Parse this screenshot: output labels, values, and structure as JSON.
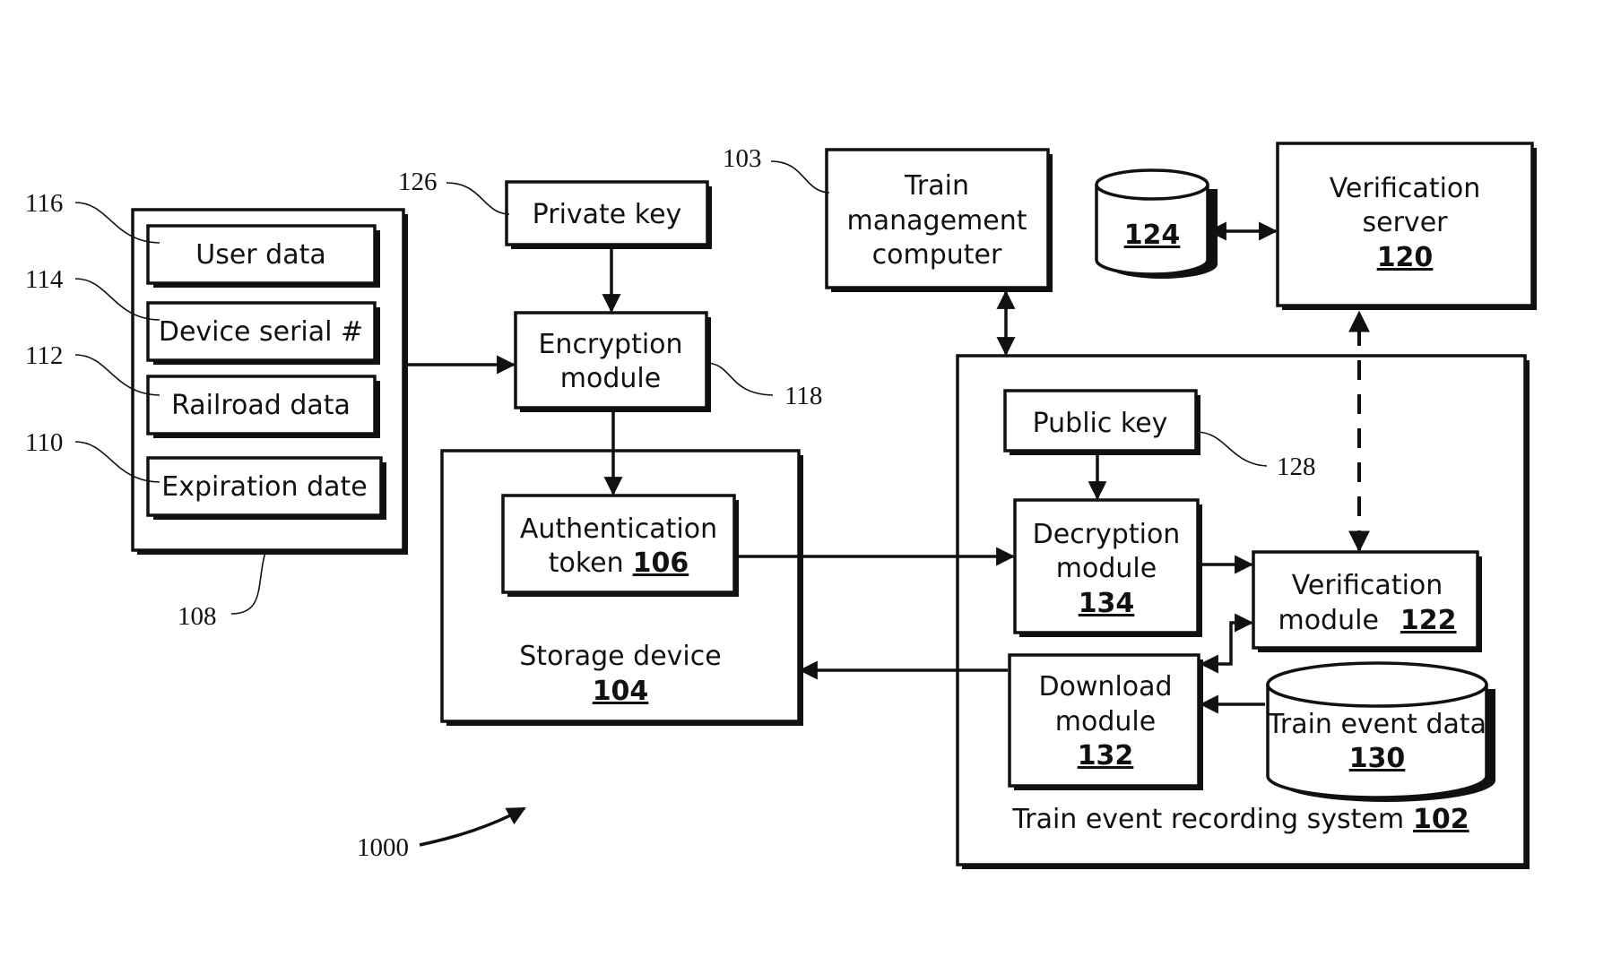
{
  "boxes": {
    "user_data": "User data",
    "device_serial": "Device serial #",
    "railroad_data": "Railroad data",
    "expiration_date": "Expiration date",
    "private_key": "Private key",
    "encryption_module": [
      "Encryption",
      "module"
    ],
    "authentication_token": [
      "Authentication",
      "token",
      "106"
    ],
    "storage_device": [
      "Storage device",
      "104"
    ],
    "train_management_computer": [
      "Train",
      "management",
      "computer"
    ],
    "database_124": "124",
    "verification_server": [
      "Verification",
      "server",
      "120"
    ],
    "public_key": "Public key",
    "decryption_module": [
      "Decryption",
      "module",
      "134"
    ],
    "verification_module": [
      "Verification",
      "module",
      "122"
    ],
    "download_module": [
      "Download",
      "module",
      "132"
    ],
    "train_event_data": [
      "Train event data",
      "130"
    ],
    "train_event_recording_system": [
      "Train event recording system",
      "102"
    ]
  },
  "refs": {
    "r116": "116",
    "r114": "114",
    "r112": "112",
    "r110": "110",
    "r108": "108",
    "r126": "126",
    "r118": "118",
    "r103": "103",
    "r128": "128",
    "r1000": "1000"
  }
}
